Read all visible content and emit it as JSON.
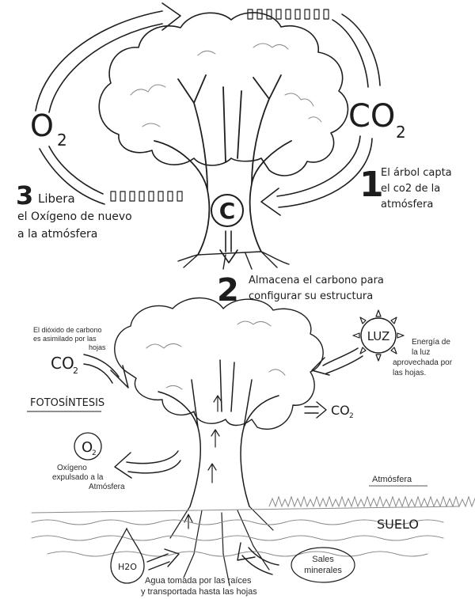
{
  "top": {
    "o2_label": "O",
    "o2_sub": "2",
    "co2_label": "CO",
    "co2_sub": "2",
    "carbon_symbol": "C",
    "step1": {
      "number": "1",
      "line1": "El árbol capta",
      "line2": "el co2 de la",
      "line3": "atmósfera"
    },
    "step2": {
      "number": "2",
      "line1": "Almacena el carbono para",
      "line2": "configurar su estructura"
    },
    "step3": {
      "number": "3",
      "line1": "Libera",
      "line2": "el Oxígeno de nuevo",
      "line3": "a la atmósfera"
    }
  },
  "bottom": {
    "co2_in_label": "CO",
    "co2_in_sub": "2",
    "co2_in_caption": [
      "El dióxido de carbono",
      "es asimilado por las",
      "hojas"
    ],
    "fotosintesis": "FOTOSÍNTESIS",
    "o2_label": "O",
    "o2_sub": "2",
    "o2_caption": [
      "Oxígeno",
      "expulsado a la",
      "Atmósfera"
    ],
    "co2_out_label": "CO",
    "co2_out_sub": "2",
    "luz": "LUZ",
    "luz_caption": [
      "Energía de",
      "la luz",
      "aprovechada por",
      "las hojas."
    ],
    "atmosfera": "Atmósfera",
    "suelo": "SUELO",
    "h2o": "H2O",
    "h2o_caption": [
      "Agua tomada por las raíces",
      "y transportada hasta las hojas"
    ],
    "sales": [
      "Sales",
      "minerales"
    ]
  }
}
